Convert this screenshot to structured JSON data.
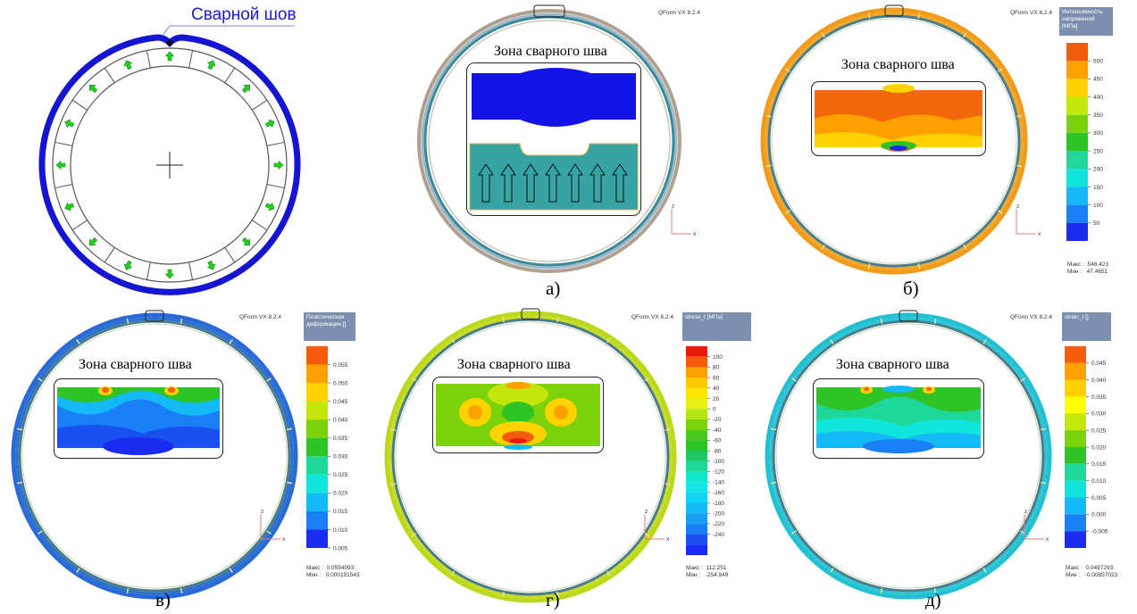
{
  "panel0": {
    "weld_label": "Сварной шов"
  },
  "panels": [
    {
      "id": "a",
      "brand": "QForm VX 8.2.4",
      "zone_title": "Зона сварного шва",
      "sub_label": "а)"
    },
    {
      "id": "b",
      "brand": "QForm VX 8.2.4",
      "zone_title": "Зона сварного шва",
      "sub_label": "б)",
      "legend_title_lines": [
        "Интенсивность",
        "напряжений",
        "[МПа]"
      ],
      "legend_colors": [
        "#f25c0a",
        "#ff9f00",
        "#ffd200",
        "#c5e60a",
        "#7bd20a",
        "#2ec428",
        "#1ed79a",
        "#12e6dc",
        "#14b9f5",
        "#1a7ef5",
        "#1a2cf0"
      ],
      "ticks": [
        "500",
        "450",
        "400",
        "350",
        "300",
        "250",
        "200",
        "150",
        "100",
        "50"
      ],
      "max_label": "Макс :",
      "max_value": "546.423",
      "min_label": "Мин :",
      "min_value": "47.4651"
    },
    {
      "id": "v",
      "brand": "QForm VX 8.2.4",
      "zone_title": "Зона сварного шва",
      "sub_label": "в)",
      "legend_title_lines": [
        "Пластическая",
        "деформация  []"
      ],
      "legend_colors": [
        "#f25c0a",
        "#ff9f00",
        "#ffd200",
        "#c5e60a",
        "#7bd20a",
        "#2ec428",
        "#1ed79a",
        "#12e6dc",
        "#14b9f5",
        "#1a7ef5",
        "#1a2cf0"
      ],
      "ticks": [
        "0.055",
        "0.050",
        "0.045",
        "0.040",
        "0.035",
        "0.030",
        "0.025",
        "0.020",
        "0.015",
        "0.010",
        "0.005"
      ],
      "max_label": "Макс :",
      "max_value": "0.0554093",
      "min_label": "Мин :",
      "min_value": "0.000191543"
    },
    {
      "id": "g",
      "brand": "QForm VX 8.2.4",
      "zone_title": "Зона сварного шва",
      "sub_label": "г)",
      "legend_title_lines": [
        "stress_t   [МПа]"
      ],
      "legend_colors": [
        "#e81a0a",
        "#f25c0a",
        "#ff9f00",
        "#ffc800",
        "#ffe600",
        "#e6f014",
        "#b4e614",
        "#7bd20a",
        "#4bc81e",
        "#2ec428",
        "#1ec864",
        "#1ed79a",
        "#12e6c8",
        "#12e6e6",
        "#14d2f5",
        "#14b9f5",
        "#1a9ef5",
        "#1a7ef5",
        "#1a50f0",
        "#1a2cf0"
      ],
      "ticks": [
        "100",
        "80",
        "60",
        "40",
        "20",
        "0",
        "-20",
        "-40",
        "-60",
        "-80",
        "-100",
        "-120",
        "-140",
        "-160",
        "-180",
        "-200",
        "-220",
        "-240"
      ],
      "max_label": "Макс :",
      "max_value": "112.251",
      "min_label": "Мин :",
      "min_value": "-254.949"
    },
    {
      "id": "d",
      "brand": "QForm VX 8.2.4",
      "zone_title": "Зона сварного шва",
      "sub_label": "д)",
      "legend_title_lines": [
        "strain_t   []"
      ],
      "legend_colors": [
        "#f25c0a",
        "#ff9f00",
        "#ffd200",
        "#ffff00",
        "#c5e60a",
        "#7bd20a",
        "#2ec428",
        "#1ed79a",
        "#12e6dc",
        "#14b9f5",
        "#1a7ef5",
        "#1a2cf0"
      ],
      "ticks": [
        "0.045",
        "0.040",
        "0.035",
        "0.030",
        "0.025",
        "0.020",
        "0.015",
        "0.010",
        "0.005",
        "0.000",
        "-0.005"
      ],
      "max_label": "Макс :",
      "max_value": "0.0497293",
      "min_label": "Мин :",
      "min_value": "-0.00857023"
    }
  ],
  "axis": {
    "z": "z",
    "x": "x"
  }
}
